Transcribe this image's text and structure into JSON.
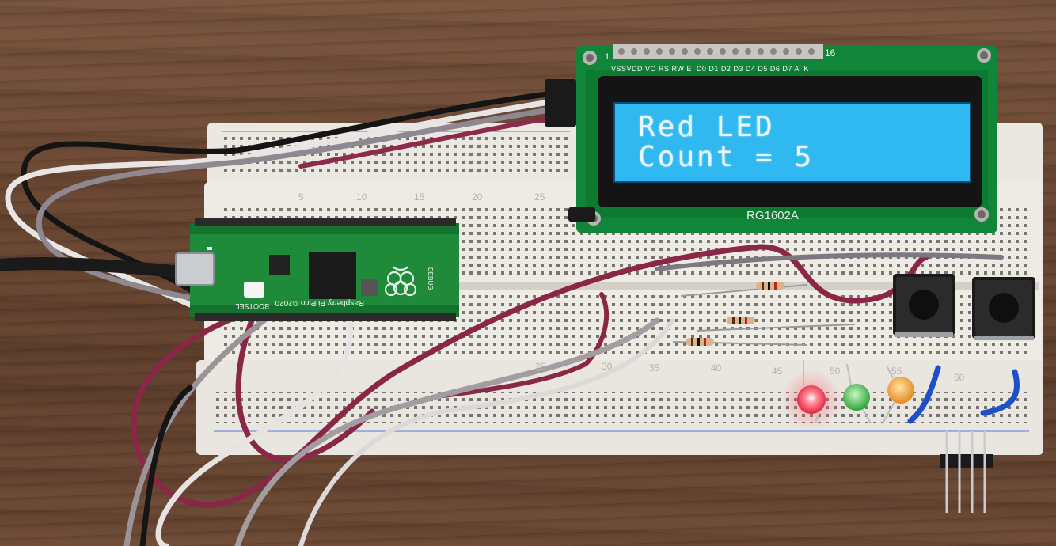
{
  "lcd": {
    "line1": "Red LED",
    "line2": "Count = 5",
    "model": "RG1602A",
    "pin_first": "1",
    "pin_last": "16",
    "pin_labels": "VSSVDD VO RS RW E  D0 D1 D2 D3 D4 D5 D6 D7 A  K"
  },
  "pico": {
    "label": "Raspberry Pi Pico ©2020",
    "bootsel": "BOOTSEL",
    "debug": "DEBUG"
  },
  "breadboard": {
    "column_numbers": [
      "5",
      "10",
      "15",
      "20",
      "25",
      "30",
      "35",
      "40",
      "45",
      "50",
      "55",
      "60"
    ]
  },
  "colors": {
    "lcd_background": "#2fb9f0",
    "pcb_green": "#1e8a3a",
    "breadboard": "#ece9e3",
    "led_red": "#ff3b4a",
    "led_green": "#3cc24a",
    "led_orange": "#f39a2a",
    "wire_maroon": "#8a2746",
    "wire_grey": "#8e8a90",
    "wire_white": "#e9e7e6",
    "wire_black": "#151515",
    "wire_blue": "#1f4fc8"
  }
}
